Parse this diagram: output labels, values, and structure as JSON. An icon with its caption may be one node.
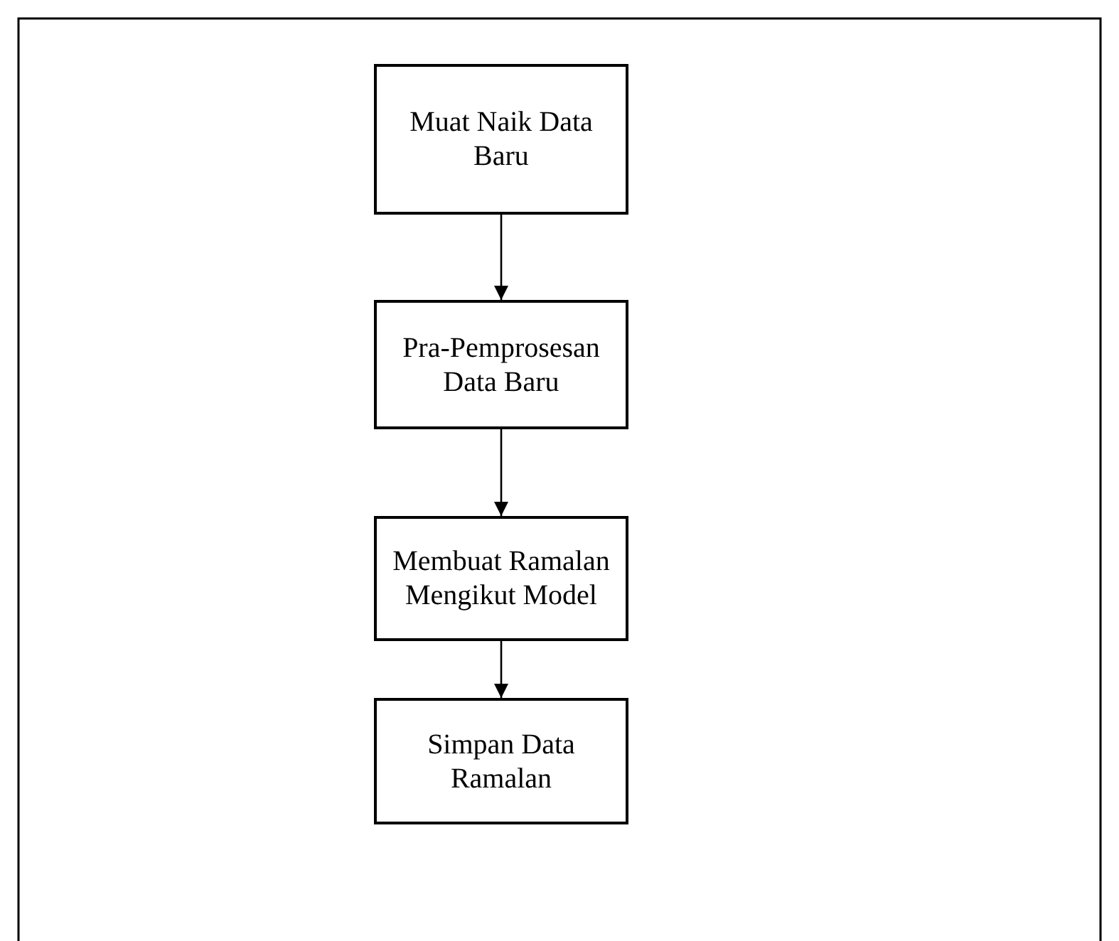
{
  "diagram": {
    "nodes": [
      {
        "text": [
          "Muat Naik Data Baru"
        ]
      },
      {
        "text": [
          "Pra-Pemprosesan Data Baru"
        ]
      },
      {
        "text": [
          "Membuat Ramalan Mengikut Model"
        ]
      },
      {
        "text": [
          "Simpan Data Ramalan"
        ]
      }
    ],
    "edges": [
      {
        "from": 0,
        "to": 1,
        "arrow": "to"
      },
      {
        "from": 1,
        "to": 2,
        "arrow": "to"
      },
      {
        "from": 2,
        "to": 3,
        "arrow": "to"
      }
    ]
  }
}
